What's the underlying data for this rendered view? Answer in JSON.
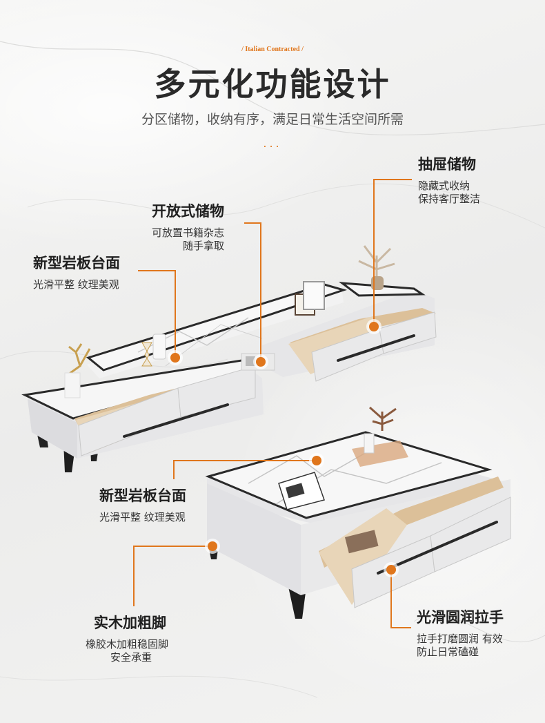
{
  "header": {
    "tag": "/ Italian Contracted /",
    "title": "多元化功能设计",
    "subtitle": "分区储物，收纳有序，满足日常生活空间所需",
    "dots": "..."
  },
  "callouts": {
    "drawer_storage": {
      "title": "抽屉储物",
      "desc1": "隐藏式收纳",
      "desc2": "保持客厅整洁"
    },
    "open_storage": {
      "title": "开放式储物",
      "desc1": "可放置书籍杂志",
      "desc2": "随手拿取"
    },
    "tv_top": {
      "title": "新型岩板台面",
      "desc1": "光滑平整 纹理美观"
    },
    "table_top": {
      "title": "新型岩板台面",
      "desc1": "光滑平整 纹理美观"
    },
    "solid_legs": {
      "title": "实木加粗脚",
      "desc1": "橡胶木加粗稳固脚",
      "desc2": "安全承重"
    },
    "handle": {
      "title": "光滑圆润拉手",
      "desc1": "拉手打磨圆润 有效",
      "desc2": "防止日常磕碰"
    }
  },
  "colors": {
    "accent": "#e0761c",
    "marble": "#f4f4f3",
    "cabinet": "#e9e9ea",
    "wood": "#dcc099",
    "dark": "#2a2a2a"
  }
}
